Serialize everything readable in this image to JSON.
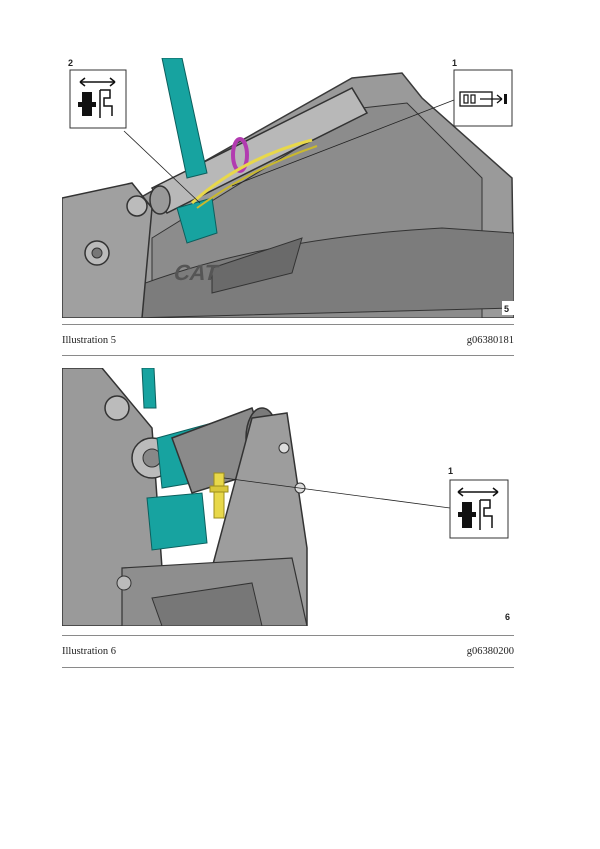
{
  "figures": [
    {
      "caption": "Illustration 5",
      "ref": "g06380181",
      "corner_number": "5",
      "callouts": [
        {
          "number": "2",
          "icon": "quick-coupler-unlock-icon"
        },
        {
          "number": "1",
          "icon": "cylinder-retract-icon"
        }
      ]
    },
    {
      "caption": "Illustration 6",
      "ref": "g06380200",
      "corner_number": "6",
      "callouts": [
        {
          "number": "1",
          "icon": "quick-coupler-unlock-icon"
        }
      ]
    }
  ],
  "colors": {
    "machine_gray": "#8c8c8c",
    "machine_dark": "#5a5a5a",
    "coupler_teal": "#17a3a0",
    "hose_yellow": "#e8d84a",
    "clamp_purple": "#b23bb0"
  }
}
